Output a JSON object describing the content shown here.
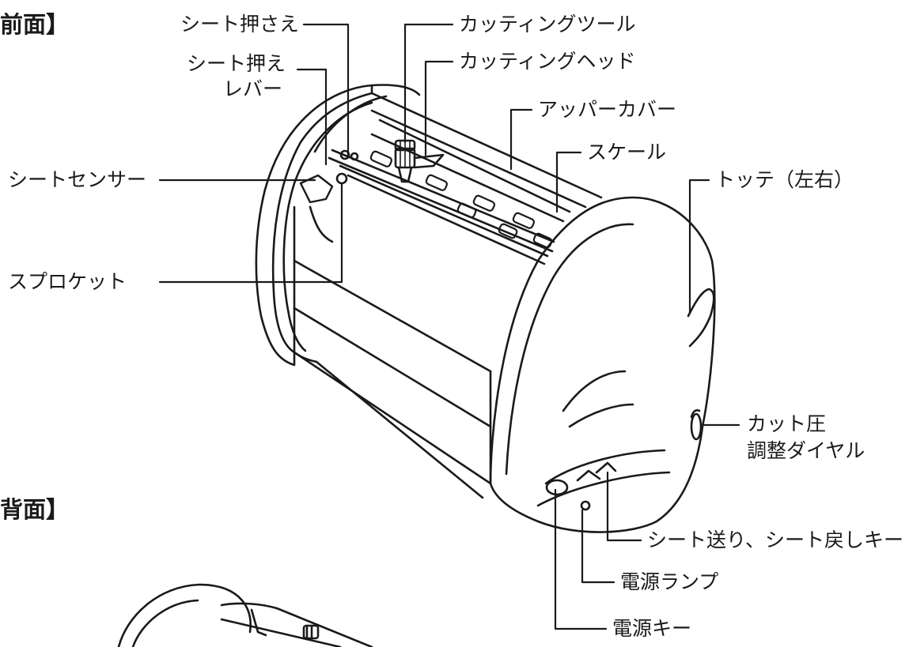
{
  "sections": {
    "front": "前面】",
    "back": "背面】"
  },
  "labels": {
    "sheet_presser": "シート押さえ",
    "sheet_presser_lever_1": "シート押え",
    "sheet_presser_lever_2": "レバー",
    "cutting_tool": "カッティングツール",
    "cutting_head": "カッティングヘッド",
    "upper_cover": "アッパーカバー",
    "scale": "スケール",
    "sheet_sensor": "シートセンサー",
    "handle": "トッテ（左右）",
    "sprocket": "スプロケット",
    "cut_pressure_1": "カット圧",
    "cut_pressure_2": "調整ダイヤル",
    "feed_keys": "シート送り、シート戻しキー",
    "power_lamp": "電源ランプ",
    "power_key": "電源キー"
  },
  "colors": {
    "line": "#1a1a1a",
    "fill": "#ffffff"
  }
}
